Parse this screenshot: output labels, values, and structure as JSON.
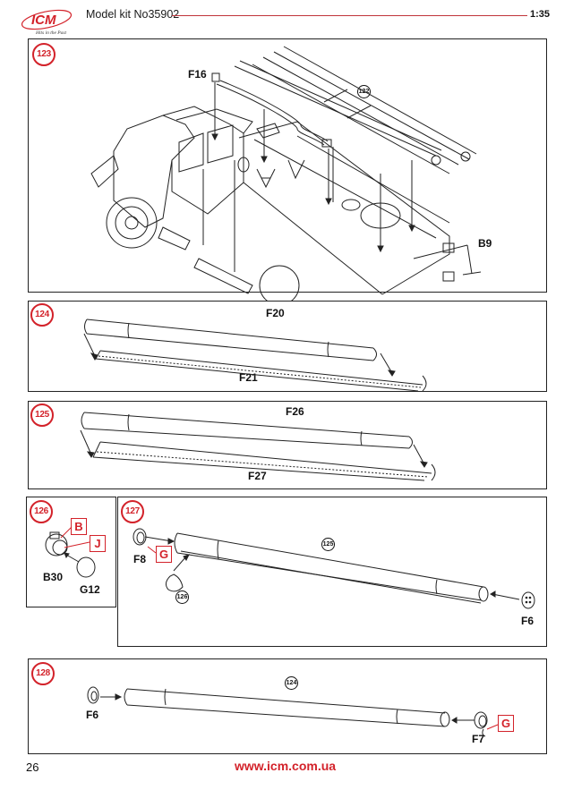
{
  "header": {
    "brand": "ICM",
    "tagline": "Hits in the Past",
    "kit_title": "Model kit No35902",
    "scale": "1:35"
  },
  "colors": {
    "accent_red": "#d3222a",
    "rule_red": "#c0343a",
    "line": "#222222"
  },
  "steps": [
    {
      "number": "123",
      "reference": "122",
      "parts": [
        "F16",
        "B9"
      ],
      "description": "Truck body with ladder/pole assembly attached to roof and rear deck"
    },
    {
      "number": "124",
      "parts": [
        "F20",
        "F21"
      ],
      "description": "Pole halves joined"
    },
    {
      "number": "125",
      "parts": [
        "F26",
        "F27"
      ],
      "description": "Pole halves joined"
    },
    {
      "number": "126",
      "parts": [
        "B30",
        "G12"
      ],
      "color_callouts": [
        "B",
        "J"
      ],
      "description": "Lamp assembly"
    },
    {
      "number": "127",
      "reference_pole": "125",
      "reference_sub": "126",
      "parts": [
        "F8",
        "F6"
      ],
      "color_callouts": [
        "G"
      ],
      "description": "End caps and lamp attached to pole"
    },
    {
      "number": "128",
      "reference_pole": "124",
      "parts": [
        "F6",
        "F7"
      ],
      "color_callouts": [
        "G"
      ],
      "description": "End caps attached to pole"
    }
  ],
  "footer": {
    "page_number": "26",
    "website": "www.icm.com.ua"
  }
}
